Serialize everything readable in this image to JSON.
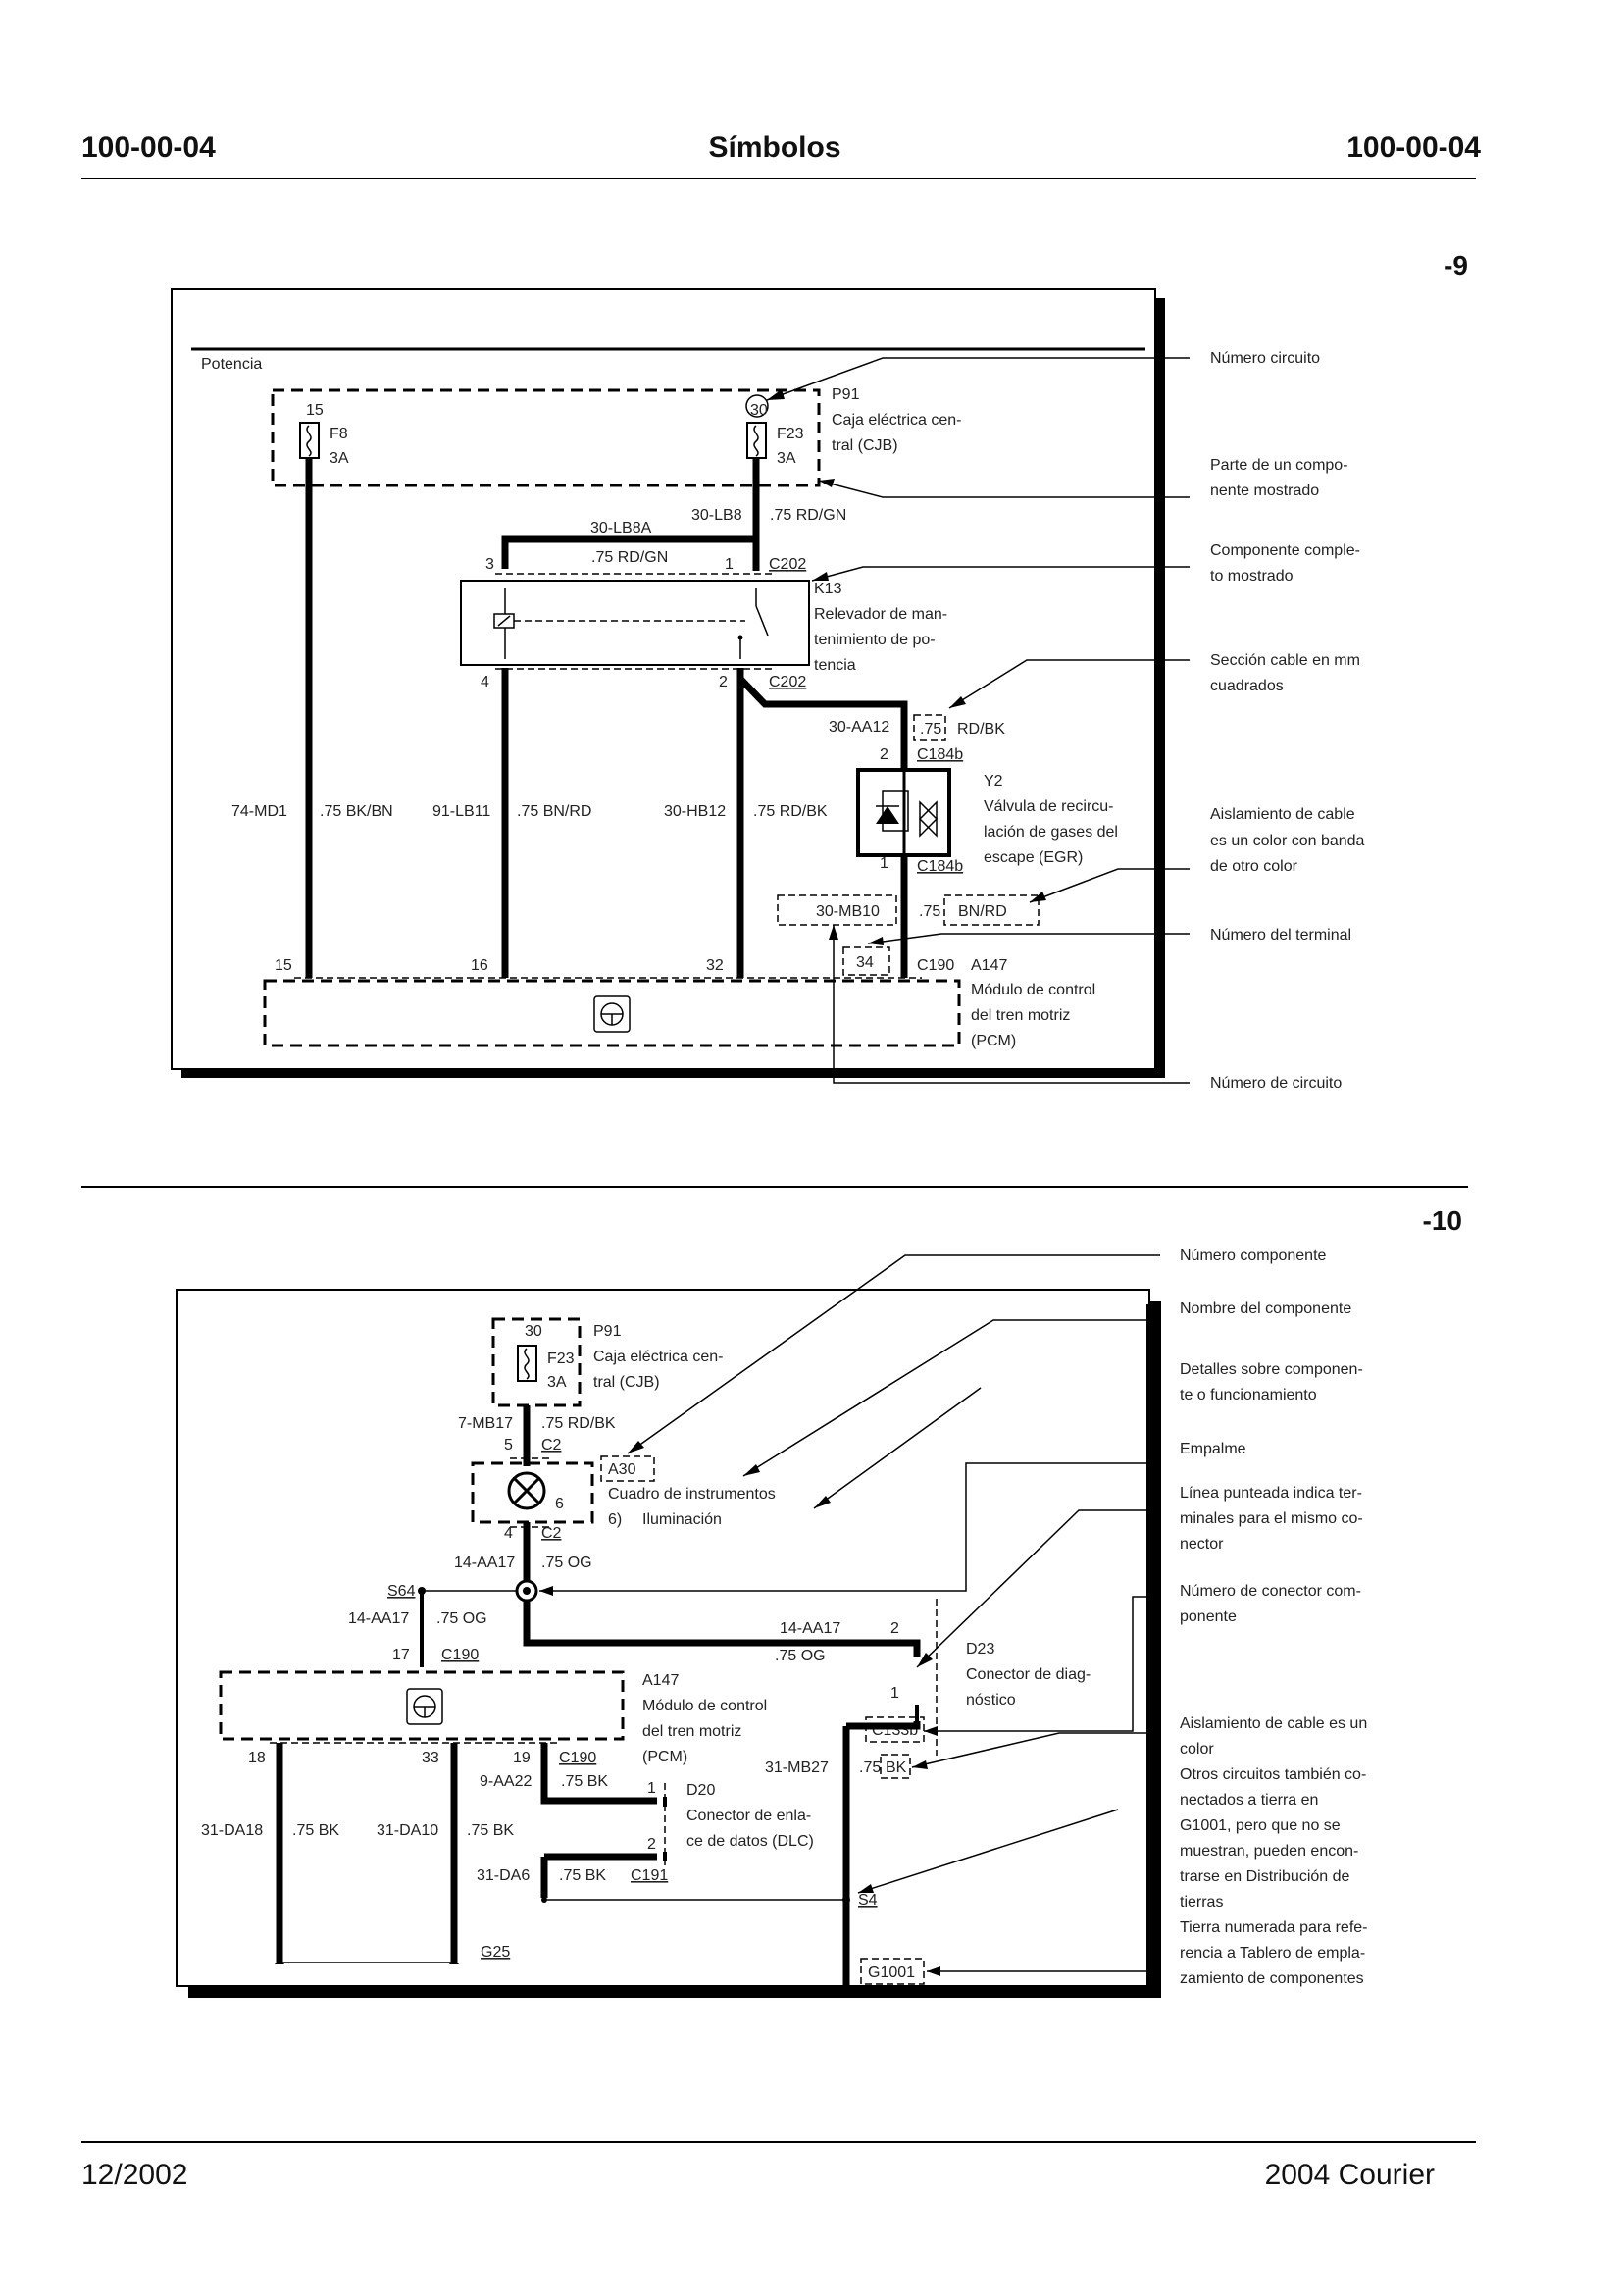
{
  "header": {
    "left": "100-00-04",
    "title": "Símbolos",
    "right": "100-00-04"
  },
  "footer": {
    "date": "12/2002",
    "model": "2004 Courier"
  },
  "fig9": {
    "number": "-9",
    "section": "Potencia",
    "p91": {
      "id": "P91",
      "l1": "Caja eléctrica cen-",
      "l2": "tral (CJB)"
    },
    "f8": {
      "pin": "15",
      "id": "F8",
      "rating": "3A"
    },
    "f23": {
      "pin": "30",
      "id": "F23",
      "rating": "3A"
    },
    "k13": {
      "id": "K13",
      "l1": "Relevador de man-",
      "l2": "tenimiento de po-",
      "l3": "tencia",
      "pin3": "3",
      "pin1": "1",
      "pin4": "4",
      "pin2": "2",
      "conn_top": "C202",
      "conn_bot": "C202"
    },
    "wires": {
      "lb8a": "30-LB8A",
      "lb8a_spec": ".75 RD/GN",
      "lb8": "30-LB8",
      "lb8_spec": ".75 RD/GN",
      "aa12": "30-AA12",
      "aa12_size": ".75",
      "aa12_color": "RD/BK",
      "md1": "74-MD1",
      "md1_spec": ".75 BK/BN",
      "lb11": "91-LB11",
      "lb11_spec": ".75 BN/RD",
      "hb12": "30-HB12",
      "hb12_spec": ".75 RD/BK",
      "mb10": "30-MB10",
      "mb10_size": ".75",
      "mb10_color": "BN/RD"
    },
    "y2": {
      "id": "Y2",
      "l1": "Válvula de recircu-",
      "l2": "lación de gases del",
      "l3": "escape (EGR)",
      "pin2": "2",
      "pin1": "1",
      "conn_top": "C184b",
      "conn_bot": "C184b"
    },
    "pcm": {
      "id": "A147",
      "l1": "Módulo de control",
      "l2": "del tren motriz",
      "l3": "(PCM)",
      "conn": "C190",
      "p15": "15",
      "p16": "16",
      "p32": "32",
      "p34": "34"
    },
    "callouts": {
      "c1": "Número circuito",
      "c2a": "Parte de un compo-",
      "c2b": "nente mostrado",
      "c3a": "Componente comple-",
      "c3b": "to mostrado",
      "c4a": "Sección cable en mm",
      "c4b": "cuadrados",
      "c5a": "Aislamiento de cable",
      "c5b": "es un color con banda",
      "c5c": "de otro color",
      "c6": "Número del terminal",
      "c7": "Número de circuito"
    }
  },
  "fig10": {
    "number": "-10",
    "p91": {
      "id": "P91",
      "l1": "Caja eléctrica cen-",
      "l2": "tral (CJB)",
      "pin": "30",
      "fuse": "F23",
      "rating": "3A"
    },
    "a30": {
      "id": "A30",
      "l1": "Cuadro de instrumentos",
      "note": "6)",
      "l2": "Iluminación",
      "pin5": "5",
      "pin6": "6",
      "pin4": "4",
      "conn_top": "C2",
      "conn_bot": "C2"
    },
    "wires": {
      "mb17": "7-MB17",
      "mb17_spec": ".75 RD/BK",
      "aa17a": "14-AA17",
      "aa17a_spec": ".75 OG",
      "aa17b": "14-AA17",
      "aa17b_spec": ".75 OG",
      "aa17c": "14-AA17",
      "aa17c_spec": ".75 OG",
      "aa22": "9-AA22",
      "aa22_spec": ".75 BK",
      "da18": "31-DA18",
      "da18_spec": ".75 BK",
      "da10": "31-DA10",
      "da10_spec": ".75 BK",
      "da6": "31-DA6",
      "da6_spec": ".75 BK",
      "mb27": "31-MB27",
      "mb27_size": ".75",
      "mb27_color": "BK"
    },
    "s64": "S64",
    "s4": "S4",
    "pcm": {
      "id": "A147",
      "l1": "Módulo de control",
      "l2": "del tren motriz",
      "l3": "(PCM)",
      "conn_top": "C190",
      "conn_bot": "C190",
      "p17": "17",
      "p18": "18",
      "p33": "33",
      "p19": "19"
    },
    "d20": {
      "id": "D20",
      "l1": "Conector de enla-",
      "l2": "ce de datos (DLC)",
      "pin1": "1",
      "pin2": "2",
      "conn": "C191"
    },
    "d23": {
      "id": "D23",
      "l1": "Conector de diag-",
      "l2": "nóstico",
      "pin2": "2",
      "pin1": "1",
      "conn": "C133b"
    },
    "g25": "G25",
    "g1001": "G1001",
    "callouts": {
      "c1": "Número componente",
      "c2": "Nombre del componente",
      "c3a": "Detalles sobre componen-",
      "c3b": "te o funcionamiento",
      "c4": "Empalme",
      "c5a": "Línea punteada indica ter-",
      "c5b": "minales para el mismo co-",
      "c5c": "nector",
      "c6a": "Número de conector com-",
      "c6b": "ponente",
      "c7a": "Aislamiento de cable es un",
      "c7b": "color",
      "c8a": "Otros circuitos también co-",
      "c8b": "nectados a tierra en",
      "c8c": "G1001, pero que no se",
      "c8d": "muestran, pueden encon-",
      "c8e": "trarse en Distribución de",
      "c8f": "tierras",
      "c9a": "Tierra numerada para refe-",
      "c9b": "rencia a Tablero de empla-",
      "c9c": "zamiento de componentes"
    }
  }
}
